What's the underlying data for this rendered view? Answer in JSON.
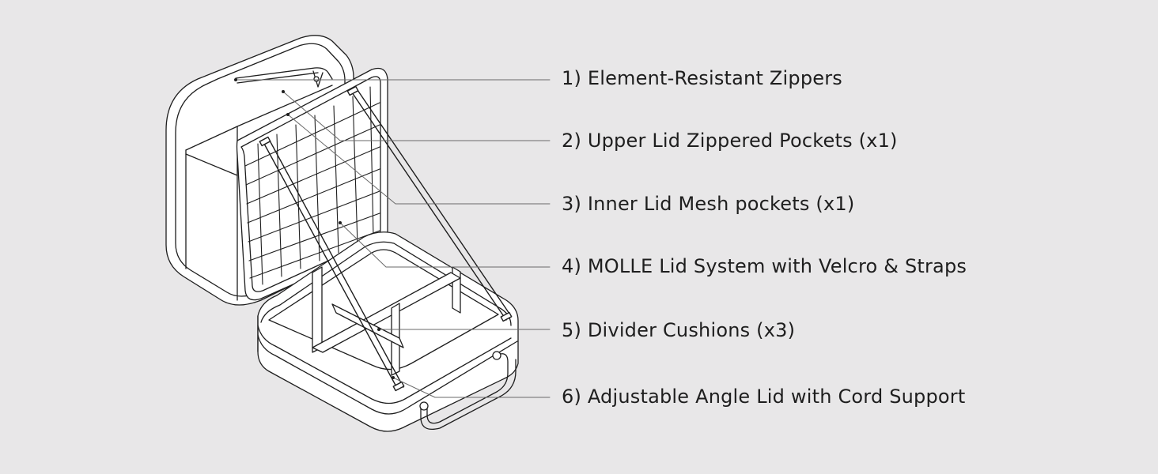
{
  "colors": {
    "background": "#e8e7e8",
    "line": "#1e1e1e",
    "fill": "#ffffff",
    "leader": "#6a6a6a"
  },
  "callouts": [
    {
      "text": "1) Element-Resistant Zippers"
    },
    {
      "text": "2) Upper Lid Zippered Pockets (x1)"
    },
    {
      "text": "3) Inner Lid Mesh pockets (x1)"
    },
    {
      "text": "4) MOLLE Lid System with Velcro & Straps"
    },
    {
      "text": "5) Divider Cushions (x3)"
    },
    {
      "text": "6) Adjustable Angle Lid with Cord Support"
    }
  ]
}
